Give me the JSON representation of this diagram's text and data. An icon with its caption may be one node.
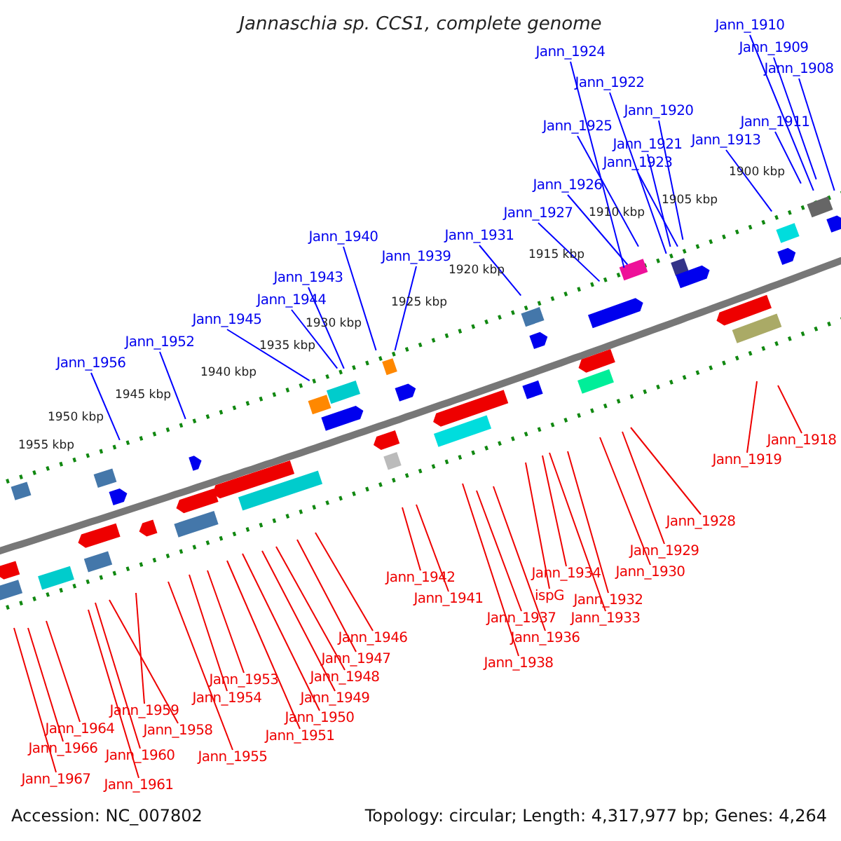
{
  "diagram": {
    "title": "Jannaschia sp. CCS1, complete genome",
    "nodes": [
      {
        "text": [
          "Jann_1910"
        ]
      },
      {
        "text": [
          "Jann_1909"
        ]
      },
      {
        "text": [
          "Jann_1908"
        ]
      },
      {
        "text": [
          "Jann_1924"
        ]
      },
      {
        "text": [
          "Jann_1922"
        ]
      },
      {
        "text": [
          "Jann_1920"
        ]
      },
      {
        "text": [
          "Jann_1925"
        ]
      },
      {
        "text": [
          "Jann_1911"
        ]
      },
      {
        "text": [
          "Jann_1921"
        ]
      },
      {
        "text": [
          "Jann_1913"
        ]
      },
      {
        "text": [
          "Jann_1923"
        ]
      },
      {
        "text": [
          "Jann_1926"
        ]
      },
      {
        "text": [
          "Jann_1927"
        ]
      },
      {
        "text": [
          "Jann_1931"
        ]
      },
      {
        "text": [
          "Jann_1940"
        ]
      },
      {
        "text": [
          "Jann_1939"
        ]
      },
      {
        "text": [
          "Jann_1943"
        ]
      },
      {
        "text": [
          "Jann_1944"
        ]
      },
      {
        "text": [
          "Jann_1945"
        ]
      },
      {
        "text": [
          "Jann_1952"
        ]
      },
      {
        "text": [
          "Jann_1956"
        ]
      },
      {
        "text": [
          "Jann_1918"
        ]
      },
      {
        "text": [
          "Jann_1919"
        ]
      },
      {
        "text": [
          "Jann_1928"
        ]
      },
      {
        "text": [
          "Jann_1929"
        ]
      },
      {
        "text": [
          "Jann_1930"
        ]
      },
      {
        "text": [
          "Jann_1942"
        ]
      },
      {
        "text": [
          "Jann_1934"
        ]
      },
      {
        "text": [
          "Jann_1941"
        ]
      },
      {
        "text": [
          "ispG"
        ]
      },
      {
        "text": [
          "Jann_1932"
        ]
      },
      {
        "text": [
          "Jann_1937"
        ]
      },
      {
        "text": [
          "Jann_1933"
        ]
      },
      {
        "text": [
          "Jann_1936"
        ]
      },
      {
        "text": [
          "Jann_1938"
        ]
      },
      {
        "text": [
          "Jann_1946"
        ]
      },
      {
        "text": [
          "Jann_1947"
        ]
      },
      {
        "text": [
          "Jann_1948"
        ]
      },
      {
        "text": [
          "Jann_1953"
        ]
      },
      {
        "text": [
          "Jann_1949"
        ]
      },
      {
        "text": [
          "Jann_1954"
        ]
      },
      {
        "text": [
          "Jann_1959"
        ]
      },
      {
        "text": [
          "Jann_1950"
        ]
      },
      {
        "text": [
          "Jann_1964"
        ]
      },
      {
        "text": [
          "Jann_1951"
        ]
      },
      {
        "text": [
          "Jann_1958"
        ]
      },
      {
        "text": [
          "Jann_1966"
        ]
      },
      {
        "text": [
          "Jann_1960"
        ]
      },
      {
        "text": [
          "Jann_1955"
        ]
      },
      {
        "text": [
          "Jann_1967"
        ]
      },
      {
        "text": [
          "Jann_1961"
        ]
      }
    ],
    "edges": [
      {
        "from": 0,
        "to": null,
        "arrow": "none",
        "color": "#0000ff"
      },
      {
        "from": 1,
        "to": null,
        "arrow": "none",
        "color": "#0000ff"
      },
      {
        "from": 2,
        "to": null,
        "arrow": "none",
        "color": "#0000ff"
      },
      {
        "from": 3,
        "to": null,
        "arrow": "none",
        "color": "#0000ff"
      },
      {
        "from": 4,
        "to": null,
        "arrow": "none",
        "color": "#0000ff"
      },
      {
        "from": 5,
        "to": null,
        "arrow": "none",
        "color": "#0000ff"
      },
      {
        "from": 6,
        "to": null,
        "arrow": "none",
        "color": "#0000ff"
      },
      {
        "from": 7,
        "to": null,
        "arrow": "none",
        "color": "#0000ff"
      },
      {
        "from": 8,
        "to": null,
        "arrow": "none",
        "color": "#0000ff"
      },
      {
        "from": 9,
        "to": null,
        "arrow": "none",
        "color": "#0000ff"
      },
      {
        "from": 10,
        "to": null,
        "arrow": "none",
        "color": "#0000ff"
      },
      {
        "from": 11,
        "to": null,
        "arrow": "none",
        "color": "#0000ff"
      },
      {
        "from": 12,
        "to": null,
        "arrow": "none",
        "color": "#0000ff"
      },
      {
        "from": 13,
        "to": null,
        "arrow": "none",
        "color": "#0000ff"
      },
      {
        "from": 14,
        "to": null,
        "arrow": "none",
        "color": "#0000ff"
      },
      {
        "from": 15,
        "to": null,
        "arrow": "none",
        "color": "#0000ff"
      },
      {
        "from": 16,
        "to": null,
        "arrow": "none",
        "color": "#0000ff"
      },
      {
        "from": 17,
        "to": null,
        "arrow": "none",
        "color": "#0000ff"
      },
      {
        "from": 18,
        "to": null,
        "arrow": "none",
        "color": "#0000ff"
      },
      {
        "from": 19,
        "to": null,
        "arrow": "none",
        "color": "#0000ff"
      },
      {
        "from": 20,
        "to": null,
        "arrow": "none",
        "color": "#0000ff"
      },
      {
        "from": 21,
        "to": null,
        "arrow": "none"
      },
      {
        "from": 22,
        "to": null,
        "arrow": "none"
      },
      {
        "from": 23,
        "to": null,
        "arrow": "none"
      },
      {
        "from": 24,
        "to": null,
        "arrow": "none"
      },
      {
        "from": 25,
        "to": null,
        "arrow": "none"
      },
      {
        "from": 26,
        "to": null,
        "arrow": "none"
      },
      {
        "from": 27,
        "to": null,
        "arrow": "none"
      },
      {
        "from": 28,
        "to": null,
        "arrow": "none"
      },
      {
        "from": 29,
        "to": null,
        "arrow": "none"
      },
      {
        "from": 30,
        "to": null,
        "arrow": "none"
      },
      {
        "from": 31,
        "to": null,
        "arrow": "none"
      },
      {
        "from": 32,
        "to": null,
        "arrow": "none"
      },
      {
        "from": 33,
        "to": null,
        "arrow": "none"
      },
      {
        "from": 34,
        "to": null,
        "arrow": "none"
      },
      {
        "from": 35,
        "to": null,
        "arrow": "none"
      },
      {
        "from": 36,
        "to": null,
        "arrow": "none"
      },
      {
        "from": 37,
        "to": null,
        "arrow": "none"
      },
      {
        "from": 38,
        "to": null,
        "arrow": "none"
      },
      {
        "from": 39,
        "to": null,
        "arrow": "none"
      },
      {
        "from": 40,
        "to": null,
        "arrow": "none"
      },
      {
        "from": 41,
        "to": null,
        "arrow": "none"
      },
      {
        "from": 42,
        "to": null,
        "arrow": "none"
      },
      {
        "from": 43,
        "to": null,
        "arrow": "none"
      },
      {
        "from": 44,
        "to": null,
        "arrow": "none"
      },
      {
        "from": 45,
        "to": null,
        "arrow": "none"
      },
      {
        "from": 46,
        "to": null,
        "arrow": "none"
      },
      {
        "from": 47,
        "to": null,
        "arrow": "none"
      },
      {
        "from": 48,
        "to": null,
        "arrow": "none"
      },
      {
        "from": 49,
        "to": null,
        "arrow": "none"
      },
      {
        "from": 50,
        "to": null,
        "arrow": "none"
      }
    ],
    "labels": [
      "1900 kbp",
      "1905 kbp",
      "1910 kbp",
      "1915 kbp",
      "1920 kbp",
      "1925 kbp",
      "1930 kbp",
      "1935 kbp",
      "1940 kbp",
      "1945 kbp",
      "1950 kbp",
      "1955 kbp",
      "Accession: NC_007802",
      "Topology: circular; Length: 4,317,977 bp; Genes: 4,264"
    ]
  }
}
